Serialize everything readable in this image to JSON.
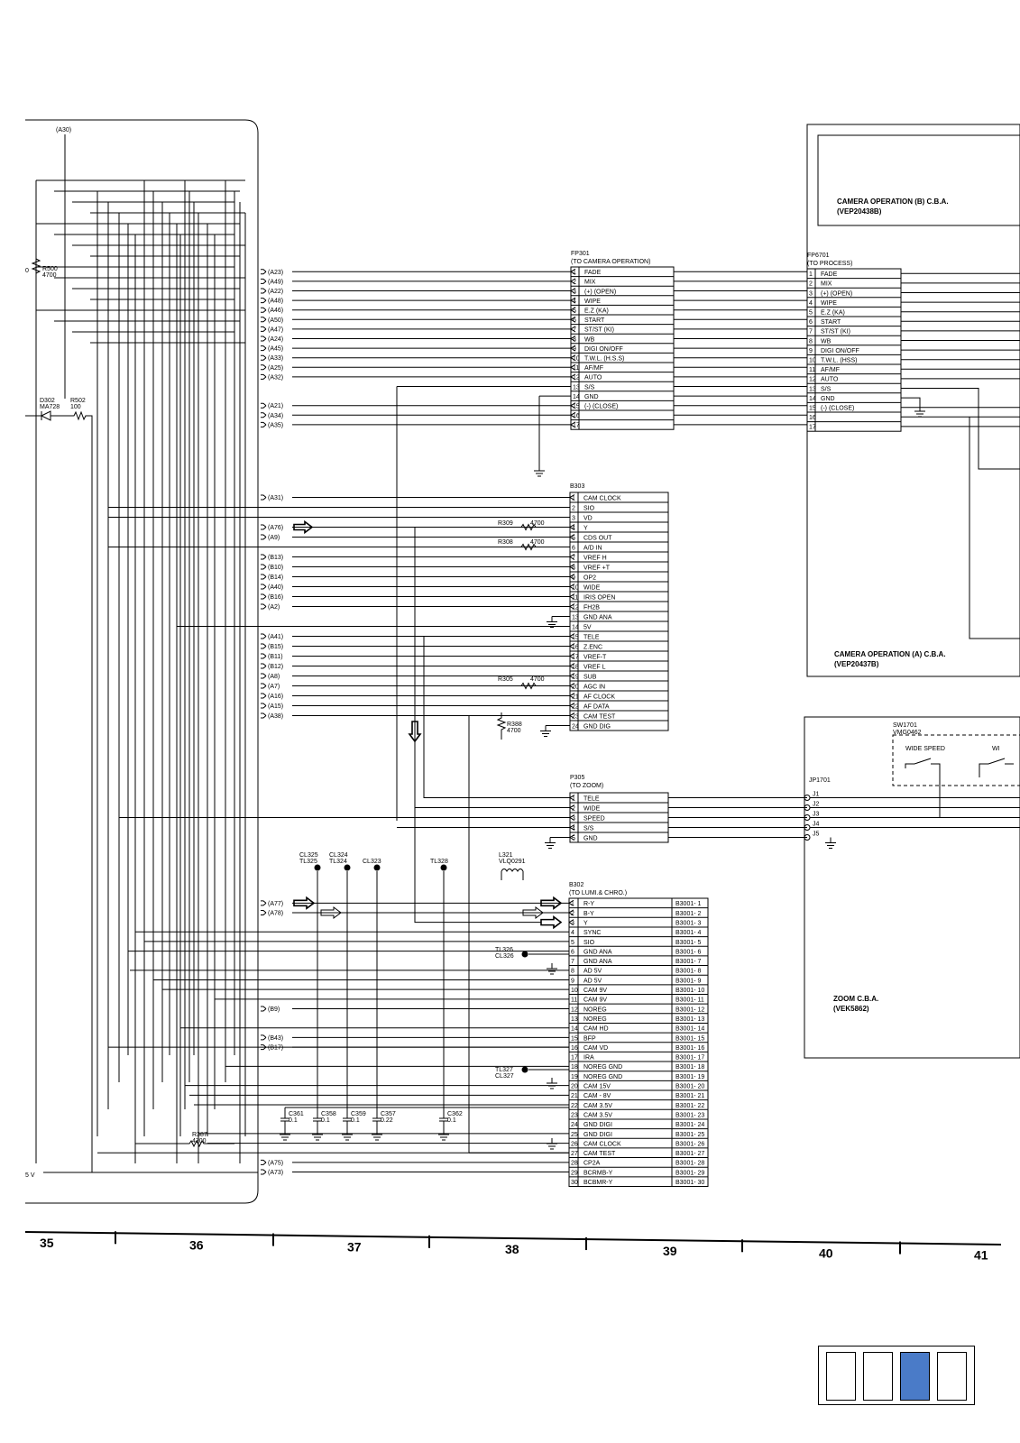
{
  "top_left_label": "(A30)",
  "components": {
    "r500": [
      "R500",
      "4700"
    ],
    "d302": [
      "D302",
      "MA728"
    ],
    "r502": [
      "R502",
      "100"
    ],
    "r309": [
      "R309",
      "4700"
    ],
    "r308": [
      "R308",
      "4700"
    ],
    "r305": [
      "R305",
      "4700"
    ],
    "r388": [
      "R388",
      "4700"
    ],
    "r387": [
      "R387",
      "4700"
    ],
    "l321": [
      "L321",
      "VLQ0291"
    ],
    "cl325": [
      "CL325",
      "TL325"
    ],
    "cl324": [
      "CL324",
      "TL324"
    ],
    "cl323": [
      "CL323"
    ],
    "tl328": [
      "TL328"
    ],
    "tl326": [
      "TL326",
      "CL326"
    ],
    "tl327": [
      "TL327",
      "CL327"
    ],
    "caps": [
      {
        "name": "C361",
        "value": "0.1"
      },
      {
        "name": "C358",
        "value": "0.1"
      },
      {
        "name": "C359",
        "value": "0.1"
      },
      {
        "name": "C357",
        "value": "0.22"
      },
      {
        "name": "C362",
        "value": "0.1"
      }
    ],
    "sw1701": [
      "SW1701",
      "VMG0462"
    ],
    "wide_speed": "WIDE SPEED",
    "wi_partial": "WI",
    "jp1701": "JP1701",
    "jp_pins": [
      "J1",
      "J2",
      "J3",
      "J4",
      "J5"
    ],
    "left_5v": "5 V",
    "left_0": "0"
  },
  "fp301": {
    "title": "FP301",
    "subtitle": "(TO CAMERA OPERATION)",
    "nets": [
      "(A23)",
      "(A49)",
      "(A22)",
      "(A48)",
      "(A46)",
      "(A50)",
      "(A47)",
      "(A24)",
      "(A45)",
      "(A33)",
      "(A25)",
      "(A32)",
      "",
      "",
      "(A21)",
      "(A34)",
      "(A35)"
    ],
    "pins": [
      "FADE",
      "MIX",
      "(+) (OPEN)",
      "WIPE",
      "E.Z (KA)",
      "START",
      "ST/ST (KI)",
      "WB",
      "DIGI ON/OFF",
      "T.W.L. (H.S.S)",
      "AF/MF",
      "AUTO",
      "S/S",
      "GND",
      "(-) (CLOSE)",
      "",
      ""
    ]
  },
  "fp6701": {
    "title": "FP6701",
    "subtitle": "(TO PROCESS)",
    "pins": [
      "FADE",
      "MIX",
      "(+) (OPEN)",
      "WIPE",
      "E.Z (KA)",
      "START",
      "ST/ST (KI)",
      "WB",
      "DIGI ON/OFF",
      "T.W.L. (HSS)",
      "AF/MF",
      "AUTO",
      "S/S",
      "GND",
      "(-) (CLOSE)",
      "",
      ""
    ]
  },
  "b303": {
    "title": "B303",
    "nets": [
      "(A31)",
      "",
      "",
      "(A76)",
      "(A9)",
      "",
      "(B13)",
      "(B10)",
      "(B14)",
      "(A40)",
      "(B16)",
      "(A2)",
      "",
      "",
      "(A41)",
      "(B15)",
      "(B11)",
      "(B12)",
      "(A8)",
      "(A7)",
      "(A16)",
      "(A15)",
      "(A38)",
      ""
    ],
    "pins": [
      "CAM CLOCK",
      "SIO",
      "VD",
      "Y",
      "CDS OUT",
      "A/D IN",
      "VREF H",
      "VREF +T",
      "OP2",
      "WIDE",
      "IRIS OPEN",
      "FH2B",
      "GND ANA",
      "5V",
      "TELE",
      "Z.ENC",
      "VREF-T",
      "VREF L",
      "SUB",
      "AGC IN",
      "AF CLOCK",
      "AF DATA",
      "CAM TEST",
      "GND DIG"
    ]
  },
  "p305": {
    "title": "P305",
    "subtitle": "(TO ZOOM)",
    "pins": [
      "TELE",
      "WIDE",
      "SPEED",
      "S/S",
      "GND"
    ]
  },
  "b302": {
    "title": "B302",
    "subtitle": "(TO LUMI.& CHRO.)",
    "nets": {
      "1": "(A77)",
      "2": "(A78)",
      "12": "(B9)",
      "15": "(B43)",
      "16": "(B17)",
      "28": "(A75)",
      "29": "(A73)"
    },
    "pins": [
      "R-Y",
      "B-Y",
      "Y",
      "SYNC",
      "SIO",
      "GND ANA",
      "GND ANA",
      "AD 5V",
      "AD 5V",
      "CAM 9V",
      "CAM 9V",
      "NOREG",
      "NOREG",
      "CAM HD",
      "BFP",
      "CAM VD",
      "IRA",
      "NOREG GND",
      "NOREG GND",
      "CAM 15V",
      "CAM - 8V",
      "CAM 3.5V",
      "CAM 3.5V",
      "GND DIGI",
      "GND DIGI",
      "CAM CLOCK",
      "CAM TEST",
      "CP2A",
      "BCRMB-Y",
      "BCBMR-Y"
    ],
    "refs": [
      "B3001- 1",
      "B3001- 2",
      "B3001- 3",
      "B3001- 4",
      "B3001- 5",
      "B3001- 6",
      "B3001- 7",
      "B3001- 8",
      "B3001- 9",
      "B3001- 10",
      "B3001- 11",
      "B3001- 12",
      "B3001- 13",
      "B3001- 14",
      "B3001- 15",
      "B3001- 16",
      "B3001- 17",
      "B3001- 18",
      "B3001- 19",
      "B3001- 20",
      "B3001- 21",
      "B3001- 22",
      "B3001- 23",
      "B3001- 24",
      "B3001- 25",
      "B3001- 26",
      "B3001- 27",
      "B3001- 28",
      "B3001- 29",
      "B3001- 30"
    ]
  },
  "boards": {
    "cam_b": [
      "CAMERA OPERATION (B) C.B.A.",
      "(VEP20438B)"
    ],
    "cam_a": [
      "CAMERA OPERATION (A) C.B.A.",
      "(VEP20437B)"
    ],
    "zoom": [
      "ZOOM C.B.A.",
      "(VEK5862)"
    ]
  },
  "columns": [
    "35",
    "36",
    "37",
    "38",
    "39",
    "40",
    "41"
  ],
  "page_indicator": {
    "count": 4,
    "active": 3,
    "active_color": "#4a7bc8"
  }
}
